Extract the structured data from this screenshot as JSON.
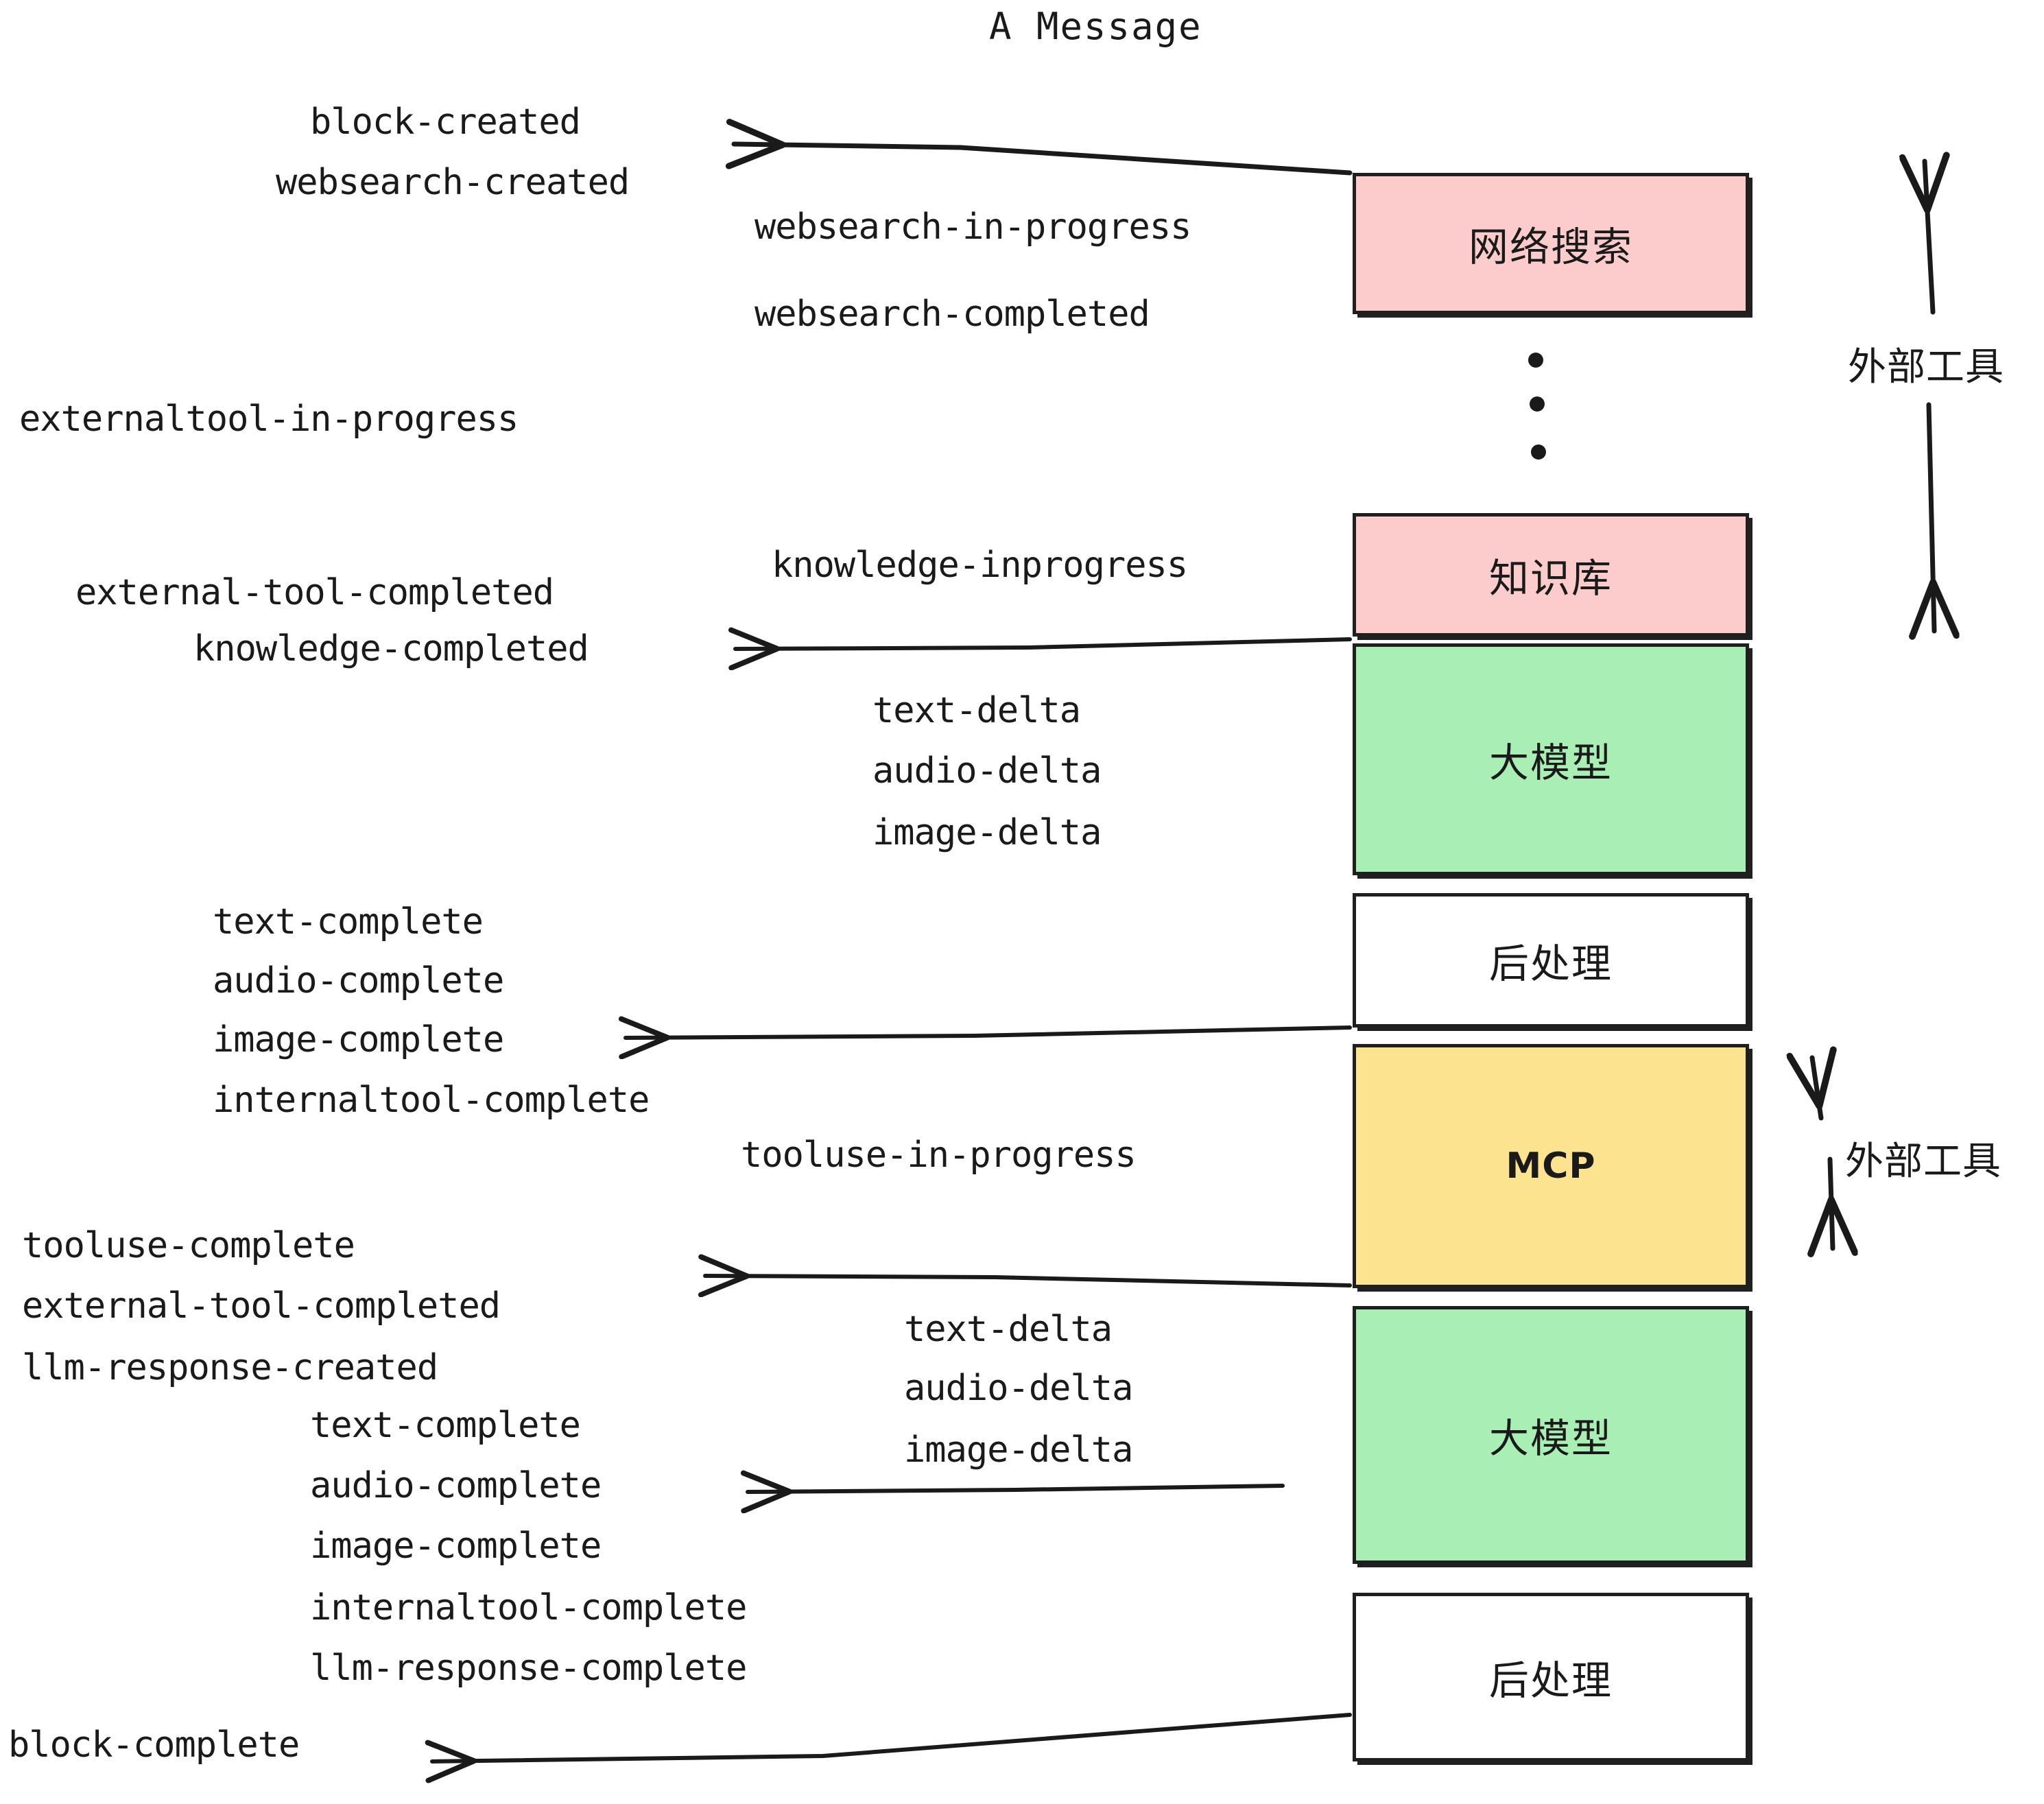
{
  "diagram": {
    "title": "A Message",
    "boxes": [
      {
        "label": "网络搜索",
        "color": "#fccccc",
        "kind": "cjk"
      },
      {
        "label": "知识库",
        "color": "#fccccc",
        "kind": "cjk"
      },
      {
        "label": "大模型",
        "color": "#a9eeb5",
        "kind": "cjk"
      },
      {
        "label": "后处理",
        "color": "#ffffff",
        "kind": "cjk"
      },
      {
        "label": "MCP",
        "color": "#fce38f",
        "kind": "latin"
      },
      {
        "label": "大模型",
        "color": "#a9eeb5",
        "kind": "cjk"
      },
      {
        "label": "后处理",
        "color": "#ffffff",
        "kind": "cjk"
      }
    ],
    "side_labels": [
      {
        "label": "外部工具"
      },
      {
        "label": "外部工具"
      }
    ],
    "events": [
      {
        "text": "block-created"
      },
      {
        "text": "websearch-created"
      },
      {
        "text": "websearch-in-progress"
      },
      {
        "text": "websearch-completed"
      },
      {
        "text": "externaltool-in-progress"
      },
      {
        "text": "knowledge-inprogress"
      },
      {
        "text": "external-tool-completed"
      },
      {
        "text": "knowledge-completed"
      },
      {
        "text": "text-delta"
      },
      {
        "text": "audio-delta"
      },
      {
        "text": "image-delta"
      },
      {
        "text": "text-complete"
      },
      {
        "text": "audio-complete"
      },
      {
        "text": "image-complete"
      },
      {
        "text": "internaltool-complete"
      },
      {
        "text": "tooluse-in-progress"
      },
      {
        "text": "tooluse-complete"
      },
      {
        "text": "external-tool-completed"
      },
      {
        "text": "llm-response-created"
      },
      {
        "text": "text-delta"
      },
      {
        "text": "audio-delta"
      },
      {
        "text": "image-delta"
      },
      {
        "text": "text-complete"
      },
      {
        "text": "audio-complete"
      },
      {
        "text": "image-complete"
      },
      {
        "text": "internaltool-complete"
      },
      {
        "text": "llm-response-complete"
      },
      {
        "text": "block-complete"
      }
    ],
    "colors": {
      "pink": "#fccccc",
      "green": "#a9eeb5",
      "yellow": "#fce38f",
      "white": "#ffffff",
      "stroke": "#1f1f1f",
      "text": "#1a1a1a"
    }
  }
}
